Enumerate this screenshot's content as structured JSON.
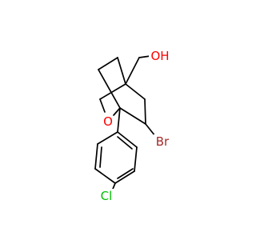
{
  "molecule": {
    "atoms": {
      "oh": "OH",
      "o_ring": "O",
      "br": "Br",
      "cl": "Cl"
    },
    "colors": {
      "oxygen": "#ff0000",
      "bromine": "#a52a2a",
      "chlorine": "#00c000",
      "bond": "#000000",
      "background": "#ffffff"
    }
  }
}
